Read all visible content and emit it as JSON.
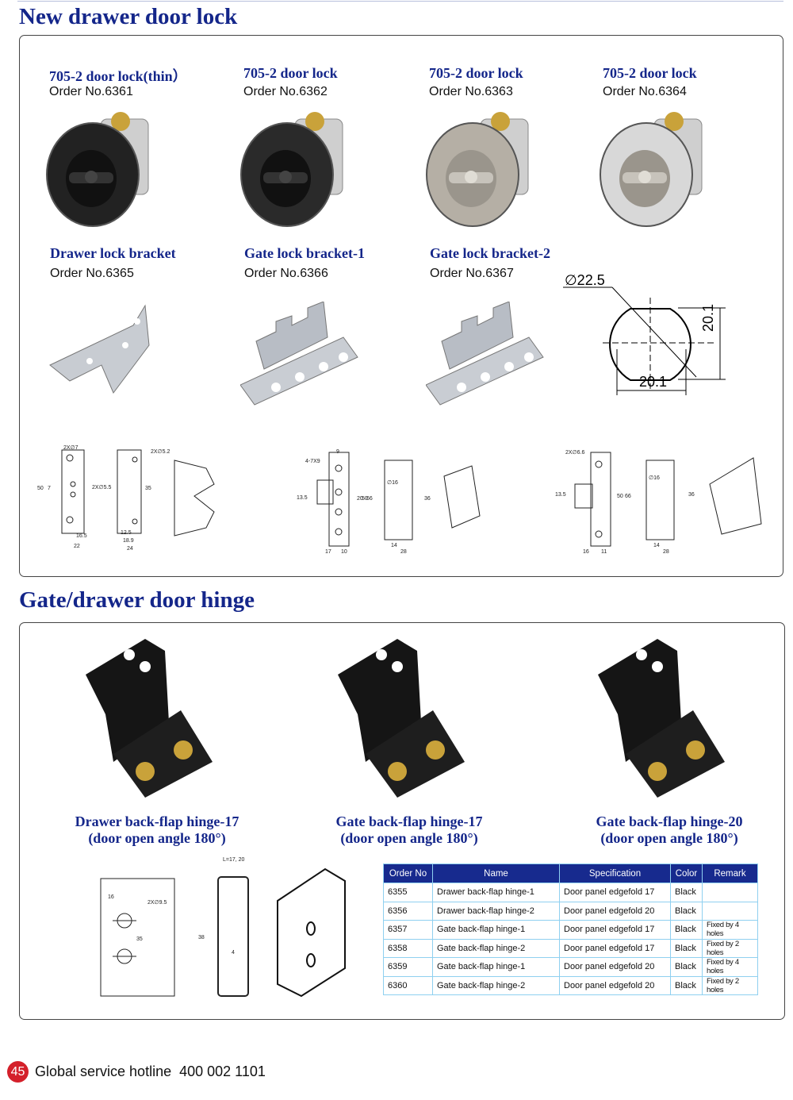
{
  "section1": {
    "title": "New drawer door lock",
    "locks": [
      {
        "name": "705-2 door lock(thin）",
        "order": "Order No.6361",
        "color": "#222222"
      },
      {
        "name": "705-2 door lock",
        "order": "Order No.6362",
        "color": "#2a2a2a"
      },
      {
        "name": "705-2 door lock",
        "order": "Order No.6363",
        "color": "#b5afa5"
      },
      {
        "name": "705-2 door lock",
        "order": "Order No.6364",
        "color": "#d8d8d8"
      }
    ],
    "brackets": [
      {
        "name": "Drawer lock bracket",
        "order": "Order No.6365"
      },
      {
        "name": "Gate lock bracket-1",
        "order": "Order No.6366"
      },
      {
        "name": "Gate lock bracket-2",
        "order": "Order No.6367"
      }
    ],
    "cutout": {
      "diameter": "∅22.5",
      "width": "20.1",
      "height": "20.1"
    },
    "drawing1": [
      "2X∅7",
      "2X∅5.2",
      "2X∅5.5",
      "50",
      "7",
      "35",
      "16.5",
      "22",
      "12.5",
      "18.9",
      "24"
    ],
    "drawing2": [
      "4-7X9",
      "9",
      "13.5",
      "20",
      "50",
      "66",
      "17",
      "10",
      "∅16",
      "36",
      "14",
      "28"
    ],
    "drawing3": [
      "2X∅6.6",
      "13.5",
      "50",
      "66",
      "16",
      "11",
      "∅16",
      "36",
      "14",
      "28"
    ]
  },
  "section2": {
    "title": "Gate/drawer door hinge",
    "hinges": [
      {
        "name": "Drawer back-flap hinge-17",
        "note": "(door open angle 180°)"
      },
      {
        "name": "Gate back-flap hinge-17",
        "note": "(door open angle 180°)"
      },
      {
        "name": "Gate back-flap hinge-20",
        "note": "(door open angle 180°)"
      }
    ],
    "drawing": [
      "16",
      "2X∅9.5",
      "35",
      "L=17, 20",
      "38",
      "4"
    ],
    "table": {
      "headers": [
        "Order No",
        "Name",
        "Specification",
        "Color",
        "Remark"
      ],
      "rows": [
        [
          "6355",
          "Drawer back-flap hinge-1",
          "Door panel edgefold 17",
          "Black",
          ""
        ],
        [
          "6356",
          "Drawer back-flap hinge-2",
          "Door panel edgefold 20",
          "Black",
          ""
        ],
        [
          "6357",
          "Gate back-flap hinge-1",
          "Door panel edgefold 17",
          "Black",
          "Fixed by 4 holes"
        ],
        [
          "6358",
          "Gate back-flap hinge-2",
          "Door panel edgefold 17",
          "Black",
          "Fixed by 2 holes"
        ],
        [
          "6359",
          "Gate back-flap hinge-1",
          "Door panel edgefold 20",
          "Black",
          "Fixed by 4 holes"
        ],
        [
          "6360",
          "Gate back-flap hinge-2",
          "Door panel edgefold 20",
          "Black",
          "Fixed by 2 holes"
        ]
      ]
    }
  },
  "footer": {
    "page": "45",
    "hotline_label": "Global service hotline",
    "hotline_number": "400 002 1101"
  }
}
